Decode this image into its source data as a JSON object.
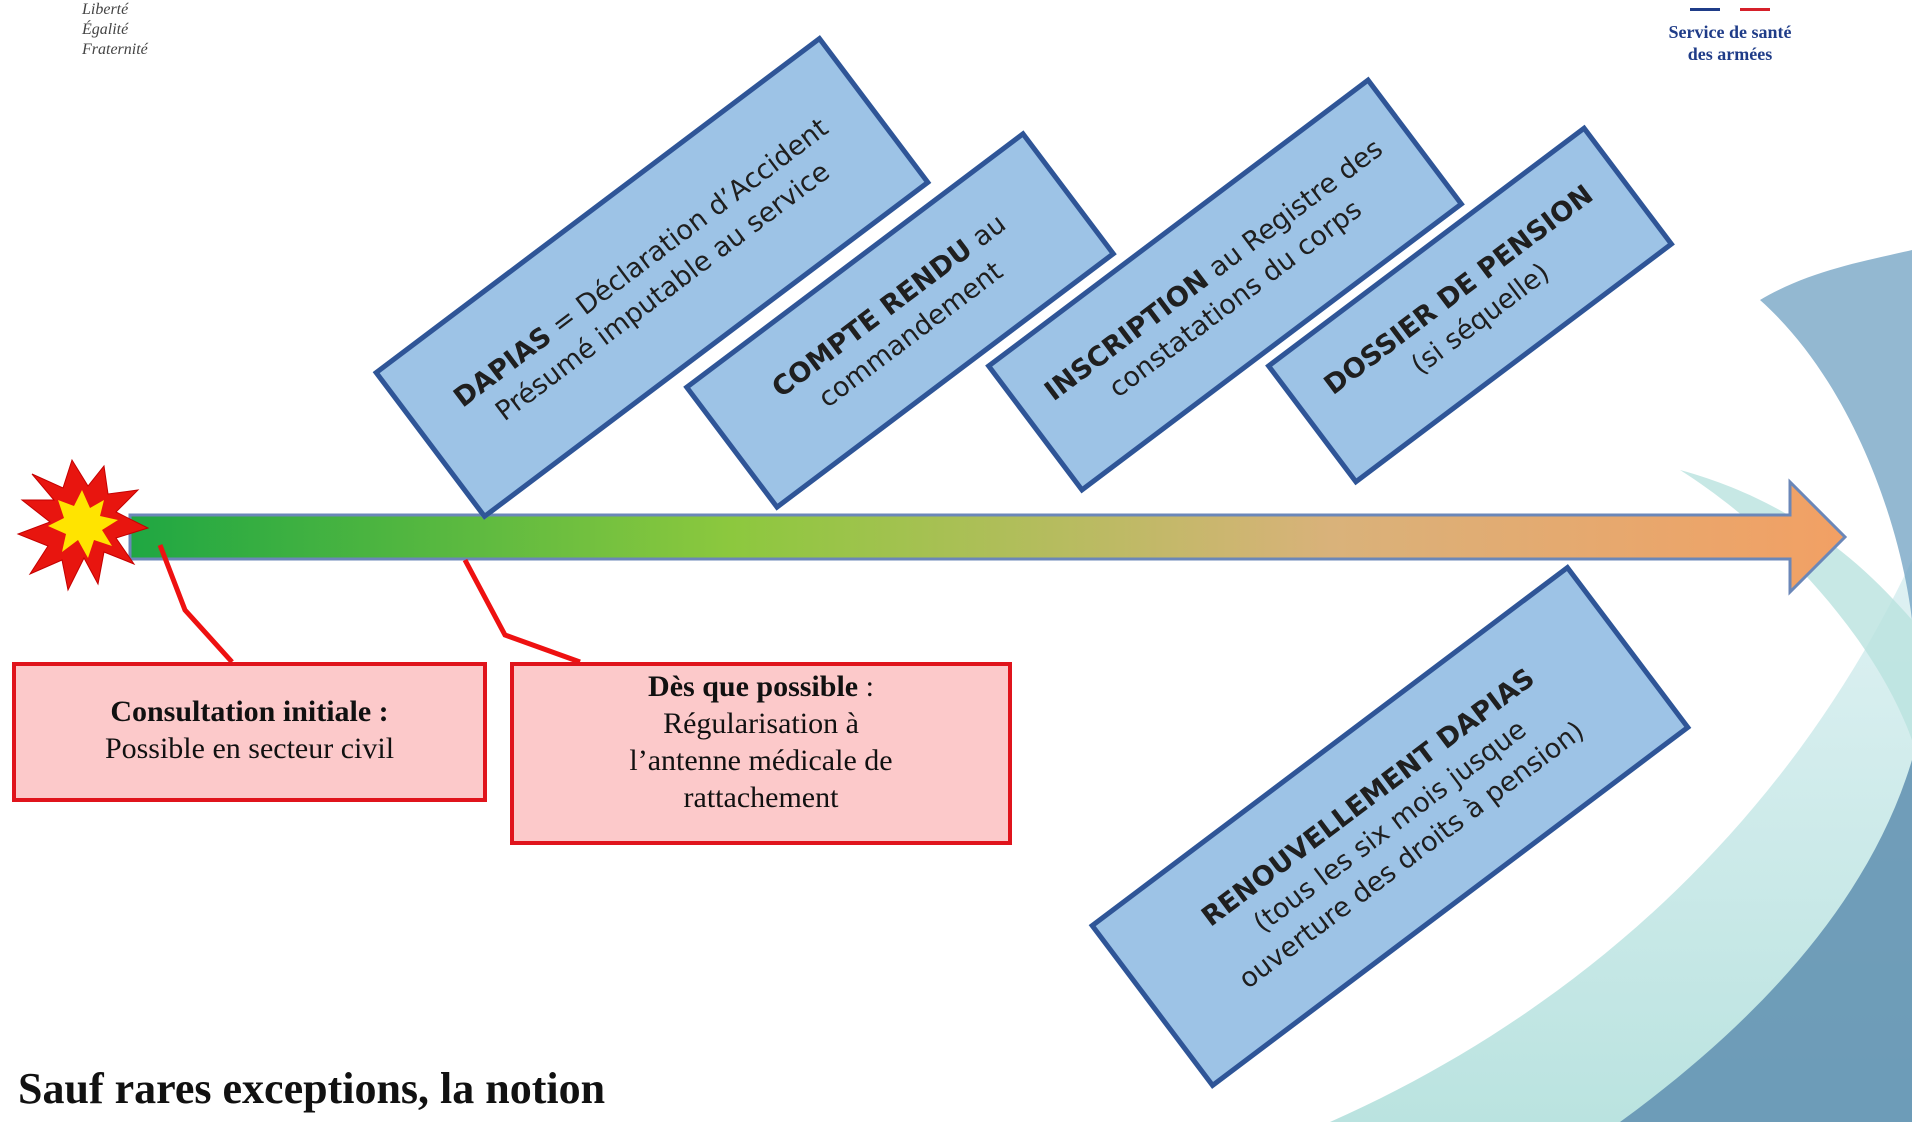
{
  "header": {
    "republic_motto": [
      "Liberté",
      "Égalité",
      "Fraternité"
    ],
    "ssa_logo": {
      "line1": "Service de santé",
      "line2": "des armées"
    }
  },
  "timeline": {
    "arrow_gradient": [
      "#1fa742",
      "#8cc83e",
      "#d9b27a",
      "#f2a064"
    ],
    "explosion_icon": "explosion-icon"
  },
  "steps": [
    {
      "key": "dapias",
      "bold": "DAPIAS",
      "rest": " = Déclaration d’Accident",
      "line2": "Présumé imputable au service"
    },
    {
      "key": "compte_rendu",
      "bold": "COMPTE RENDU",
      "rest": " au",
      "line2": "commandement"
    },
    {
      "key": "inscription",
      "bold": "INSCRIPTION",
      "rest": " au Registre des",
      "line2": "constatations du corps"
    },
    {
      "key": "dossier",
      "bold": "DOSSIER DE PENSION",
      "rest": "",
      "line2": "(si séquelle)"
    },
    {
      "key": "renouvellement",
      "bold": "RENOUVELLEMENT DAPIAS",
      "rest": "",
      "line2": "(tous les six mois jusque",
      "line3": "ouverture des droits à pension)"
    }
  ],
  "notes": {
    "consultation": {
      "title": "Consultation initiale :",
      "body": "Possible en secteur civil"
    },
    "des_que": {
      "title": "Dès que possible",
      "sep": " :",
      "lines": [
        "Régularisation à",
        "l’antenne médicale de",
        "rattachement"
      ]
    }
  },
  "footer": {
    "text": "Sauf rares exceptions, la notion"
  },
  "colors": {
    "box_fill": "#9dc3e6",
    "box_border": "#2f5597",
    "note_fill": "#fcc9ca",
    "note_border": "#e0141c",
    "connector": "#ee1111"
  }
}
